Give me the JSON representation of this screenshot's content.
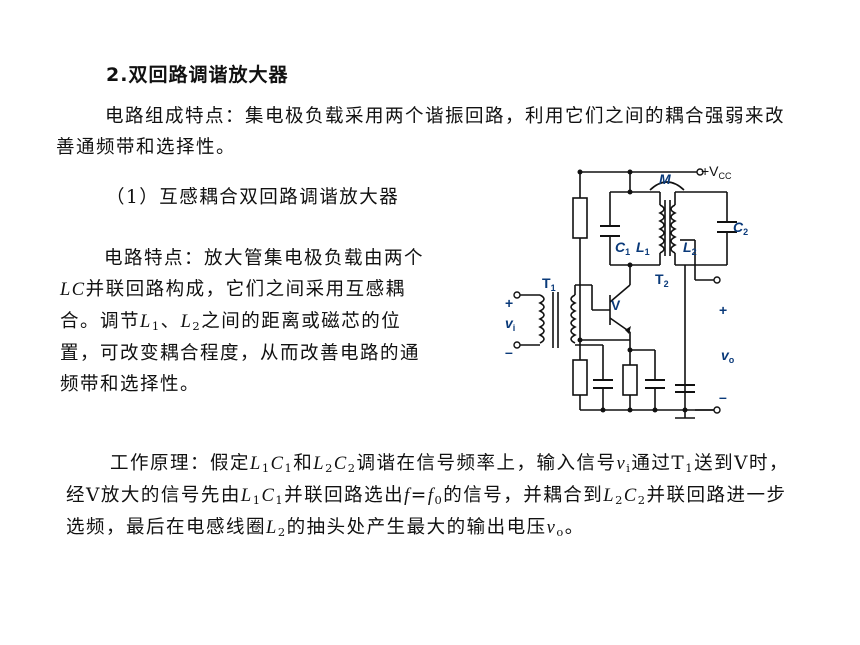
{
  "title": "2.双回路调谐放大器",
  "intro": "电路组成特点：集电极负载采用两个谐振回路，利用它们之间的耦合强弱来改善通频带和选择性。",
  "subtitle": "（1）互感耦合双回路调谐放大器",
  "features": {
    "p1": "电路特点：放大管集电极负载由两个",
    "lc": "LC",
    "p2": "并联回路构成，它们之间采用互感耦合。调节",
    "l": "L",
    "s1": "1",
    "sep": "、",
    "s2": "2",
    "p3": "之间的距离或磁芯的位置，可改变耦合程度，从而改善电路的通频带和选择性。"
  },
  "principle": {
    "a": "工作原理：假定",
    "b": "和",
    "c": "调谐在信号频率上，输入信号",
    "d": "通过",
    "e": "送到",
    "f": "时，经",
    "g": "放大的信号先由",
    "h": "并联回路选出",
    "i": "的信号，并耦合到",
    "j": "并联回路进一步选频，最后在电感线圈",
    "k": "的抽头处产生最大的输出电压",
    "end": "。",
    "L": "L",
    "C": "C",
    "v": "v",
    "sub1": "1",
    "sub2": "2",
    "subi": "i",
    "subo": "o",
    "sub0": "0",
    "T": "T",
    "V": "V",
    "f_var": "f",
    "eq": "=",
    "f0": "f"
  },
  "circuit": {
    "vcc": "+V",
    "vcc_sub": "CC",
    "M": "M",
    "C1": "C",
    "L1": "L",
    "L2": "L",
    "C2": "C",
    "one": "1",
    "two": "2",
    "T1": "T",
    "T2": "T",
    "V": "V",
    "plus": "+",
    "minus": "–",
    "vi": "v",
    "vi_sub": "i",
    "vo": "v",
    "vo_sub": "o",
    "color_components": "#0a3a7a",
    "color_wires": "#111111"
  }
}
